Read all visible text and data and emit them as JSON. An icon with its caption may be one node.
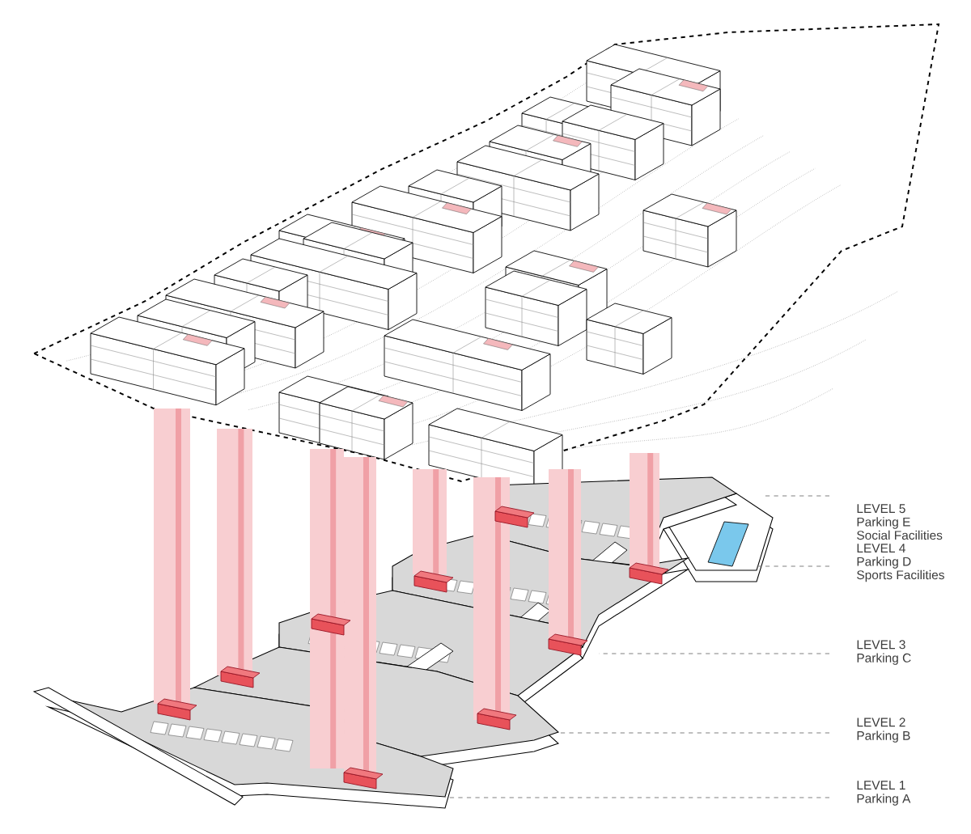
{
  "diagram": {
    "nodes": [
      {
        "text": [
          "LEVEL 5",
          "Parking E",
          "Social Facilities"
        ]
      },
      {
        "text": [
          "LEVEL 4",
          "Parking D",
          "Sports Facilities"
        ]
      },
      {
        "text": [
          "LEVEL 3",
          "Parking C"
        ]
      },
      {
        "text": [
          "LEVEL 2",
          "Parking B"
        ]
      },
      {
        "text": [
          "LEVEL 1",
          "Parking A"
        ]
      }
    ],
    "edges": [
      {
        "from": 0,
        "to": null,
        "arrow": "none",
        "style": "dashed"
      },
      {
        "from": 1,
        "to": null,
        "arrow": "none",
        "style": "dashed"
      },
      {
        "from": 2,
        "to": null,
        "arrow": "none",
        "style": "dashed"
      },
      {
        "from": 3,
        "to": null,
        "arrow": "none",
        "style": "dashed"
      },
      {
        "from": 4,
        "to": null,
        "arrow": "none",
        "style": "dashed"
      }
    ]
  }
}
